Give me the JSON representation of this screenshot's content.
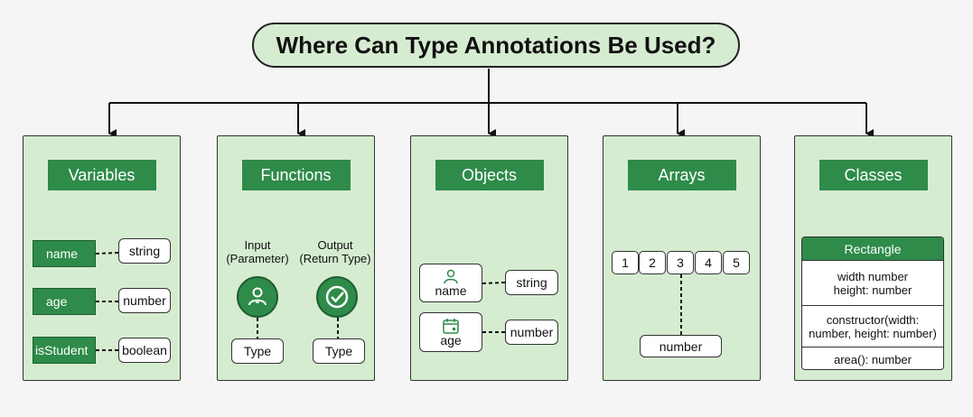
{
  "title": "Where Can Type Annotations Be Used?",
  "panels": {
    "variables": {
      "header": "Variables",
      "rows": [
        {
          "name": "name",
          "type": "string"
        },
        {
          "name": "age",
          "type": "number"
        },
        {
          "name": "isStudent",
          "type": "boolean"
        }
      ]
    },
    "functions": {
      "header": "Functions",
      "input_label": "Input\n(Parameter)",
      "output_label": "Output\n(Return Type)",
      "input_type": "Type",
      "output_type": "Type",
      "input_icon": "person-icon",
      "output_icon": "check-badge-icon"
    },
    "objects": {
      "header": "Objects",
      "rows": [
        {
          "name": "name",
          "type": "string",
          "icon": "person-icon"
        },
        {
          "name": "age",
          "type": "number",
          "icon": "calendar-icon"
        }
      ]
    },
    "arrays": {
      "header": "Arrays",
      "items": [
        "1",
        "2",
        "3",
        "4",
        "5"
      ],
      "type": "number"
    },
    "classes": {
      "header": "Classes",
      "class_name": "Rectangle",
      "properties": "width number\nheight: number",
      "constructor": "constructor(width:\nnumber, height: number)",
      "method": "area(): number"
    }
  },
  "colors": {
    "panel_bg": "#d6ecd1",
    "header_green": "#2e8b4a",
    "page_bg": "#f4f5f4"
  }
}
